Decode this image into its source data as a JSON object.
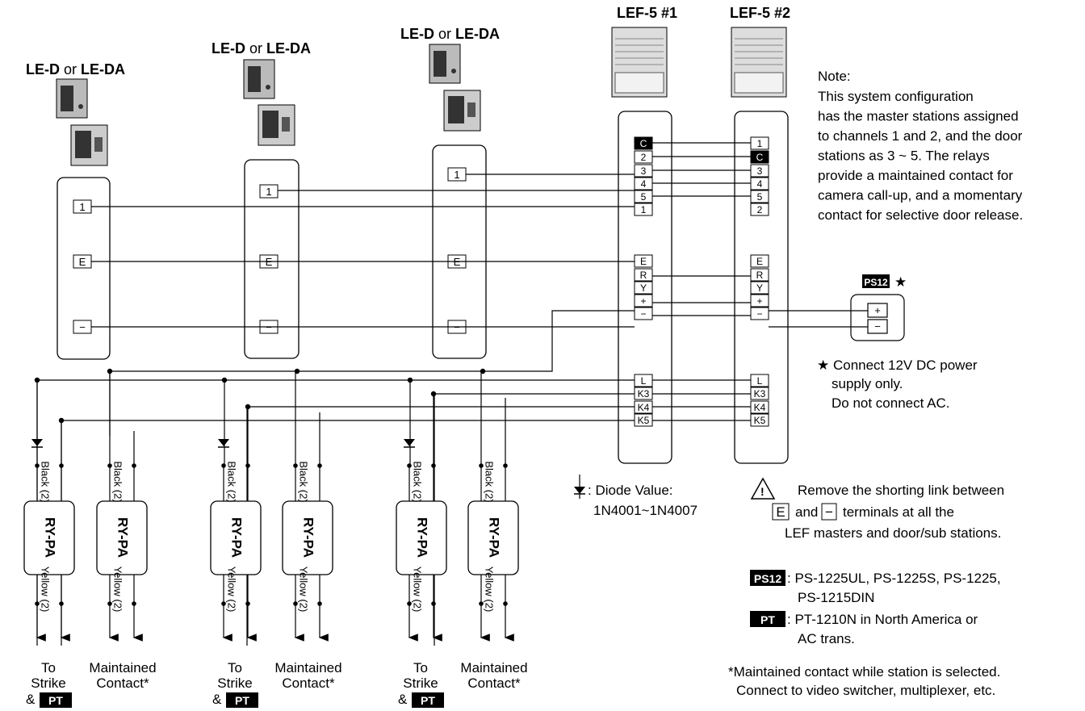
{
  "stations": {
    "door1": {
      "label_a": "LE-D",
      "label_or": " or ",
      "label_b": "LE-DA",
      "terminal_1": "1",
      "terminal_e": "E",
      "terminal_minus": "−"
    },
    "door2": {
      "label_a": "LE-D",
      "label_or": " or ",
      "label_b": "LE-DA",
      "terminal_1": "1",
      "terminal_e": "E",
      "terminal_minus": "−"
    },
    "door3": {
      "label_a": "LE-D",
      "label_or": " or ",
      "label_b": "LE-DA",
      "terminal_1": "1",
      "terminal_e": "E",
      "terminal_minus": "−"
    }
  },
  "masters": {
    "m1": {
      "label": "LEF-5 #1",
      "terminals": [
        "C",
        "2",
        "3",
        "4",
        "5",
        "1",
        "E",
        "R",
        "Y",
        "+",
        "−",
        "L",
        "K3",
        "K4",
        "K5"
      ]
    },
    "m2": {
      "label": "LEF-5 #2",
      "terminals": [
        "1",
        "C",
        "3",
        "4",
        "5",
        "2",
        "E",
        "R",
        "Y",
        "+",
        "−",
        "L",
        "K3",
        "K4",
        "K5"
      ]
    }
  },
  "power": {
    "badge": "PS12",
    "star": "★",
    "plus": "+",
    "minus": "−",
    "note_line1": "★ Connect 12V DC power",
    "note_line2": "supply only.",
    "note_line3": "Do not connect AC."
  },
  "relays": {
    "label": "RY-PA",
    "wire_black": "Black (2)",
    "wire_yellow": "Yellow (2)",
    "to": "To",
    "strike": "Strike",
    "amp": "&",
    "pt_badge": "PT",
    "maintained": "Maintained",
    "contact": "Contact*"
  },
  "notes": {
    "title": "Note:",
    "lines": [
      "This system configuration",
      "has the master stations assigned",
      "to channels 1 and 2, and the door",
      "stations as 3 ~ 5. The relays",
      "provide a maintained contact for",
      "camera call-up, and a momentary",
      "contact for selective door release."
    ],
    "diode_line1": ": Diode Value:",
    "diode_line2": "1N4001~1N4007",
    "warn_line1": "Remove the shorting link between",
    "warn_e": "E",
    "warn_and": "and",
    "warn_minus": "−",
    "warn_line2_rest": "terminals at all the",
    "warn_line3": "LEF masters and door/sub stations.",
    "ps12_badge": "PS12",
    "ps12_line1": ": PS-1225UL, PS-1225S, PS-1225,",
    "ps12_line2": "PS-1215DIN",
    "pt_badge": "PT",
    "pt_line1": ": PT-1210N in North America or",
    "pt_line2": "AC trans.",
    "footnote_line1": "*Maintained contact while station is selected.",
    "footnote_line2": "Connect to video switcher, multiplexer, etc."
  }
}
